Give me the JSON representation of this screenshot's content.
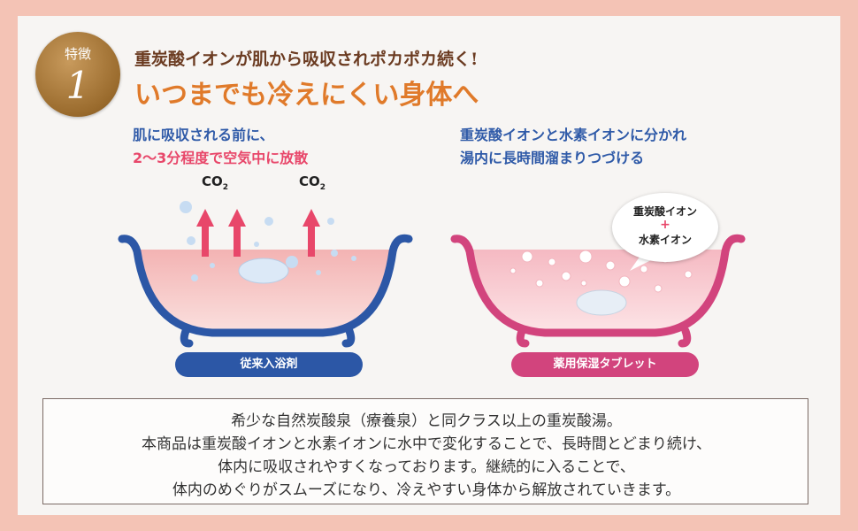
{
  "badge": {
    "label": "特徴",
    "number": "1"
  },
  "header": {
    "subtitle": "重炭酸イオンが肌から吸収されポカポカ続く!",
    "title": "いつまでも冷えにくい身体へ"
  },
  "left": {
    "caption_line1": "肌に吸収される前に、",
    "caption_line2": "2〜3分程度で空気中に放散",
    "co2_main": "CO",
    "co2_sub": "2",
    "label": "従来入浴剤",
    "tub_color": "#2c57a6"
  },
  "right": {
    "caption_line1": "重炭酸イオンと水素イオンに分かれ",
    "caption_line2": "湯内に長時間溜まりつづける",
    "callout_line1": "重炭酸イオン",
    "callout_plus": "+",
    "callout_line2": "水素イオン",
    "label": "薬用保湿タブレット",
    "tub_color": "#d2447d"
  },
  "description": {
    "lines": [
      "希少な自然炭酸泉（療養泉）と同クラス以上の重炭酸湯。",
      "本商品は重炭酸イオンと水素イオンに水中で変化することで、長時間とどまり続け、",
      "体内に吸収されやすくなっております。継続的に入ることで、",
      "体内のめぐりがスムーズになり、冷えやすい身体から解放されていきます。"
    ]
  }
}
